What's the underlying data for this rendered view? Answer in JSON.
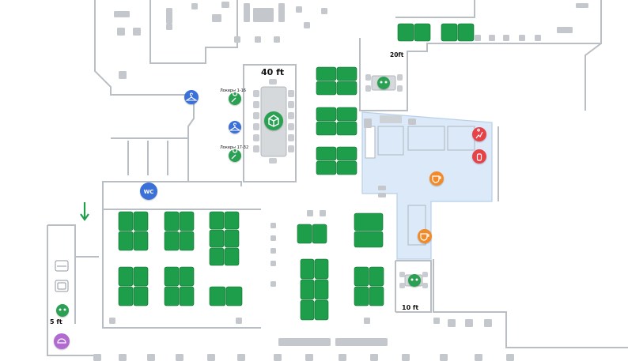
{
  "labels": {
    "room_40ft": "40 ft",
    "room_20ft": "20ft",
    "room_10ft": "10 ft",
    "room_5ft": "5 ft",
    "lockers_1": "Локеры 1-16",
    "lockers_2": "Локеры 17-32",
    "wc": "WC"
  },
  "colors": {
    "desk": "#1e9e4a",
    "desk_outline": "#0f6e30",
    "wall": "#b9bec4",
    "furniture": "#c4c8cc",
    "kitchen": "#dbe9f8",
    "blue_pin": "#3b6fd8",
    "green_pin": "#2aa052",
    "orange_pin": "#f08a2a",
    "red_pin": "#e8424a",
    "purple_pin": "#b06ad0"
  },
  "icons": {
    "hanger": "hanger-icon",
    "key": "key-icon",
    "conference": "conference-room-icon",
    "coffee": "coffee-cup-icon",
    "emergency": "emergency-exit-icon",
    "fire": "fire-extinguisher-icon",
    "entrance": "entrance-arrow-icon"
  }
}
